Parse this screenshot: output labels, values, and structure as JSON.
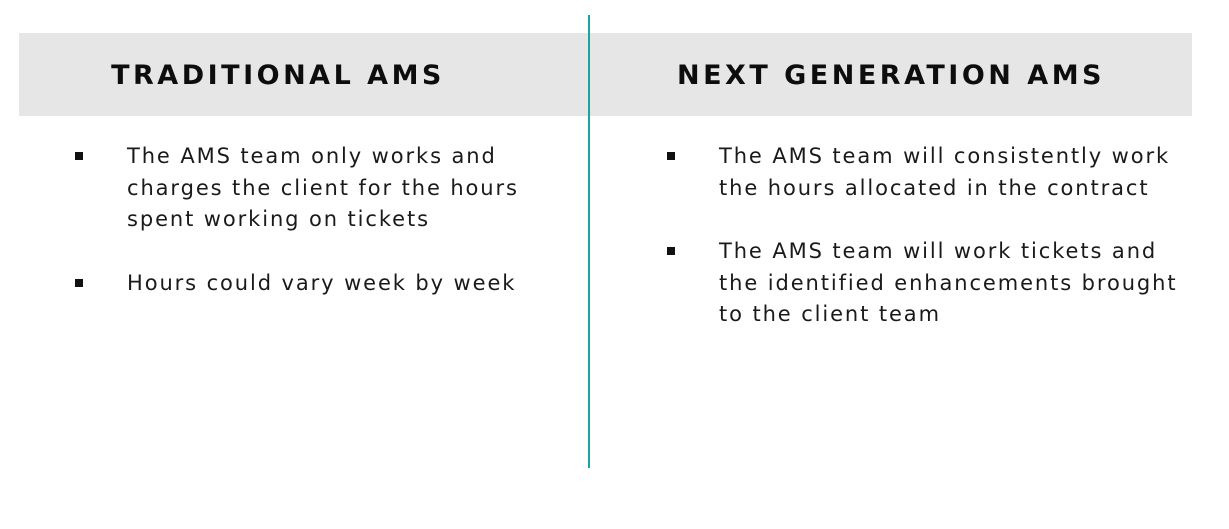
{
  "colors": {
    "divider": "#1aa3a3",
    "header_band": "#e6e6e6",
    "text": "#1a1a1a"
  },
  "left_column": {
    "title": "TRADITIONAL AMS",
    "bullets": [
      "The AMS team only works and charges the client for the hours spent working on tickets",
      "Hours could vary week by week"
    ]
  },
  "right_column": {
    "title": "NEXT GENERATION AMS",
    "bullets": [
      "The AMS team will consistently work the hours allocated in the contract",
      "The AMS team will work tickets and the identified enhancements brought to the client team"
    ]
  }
}
